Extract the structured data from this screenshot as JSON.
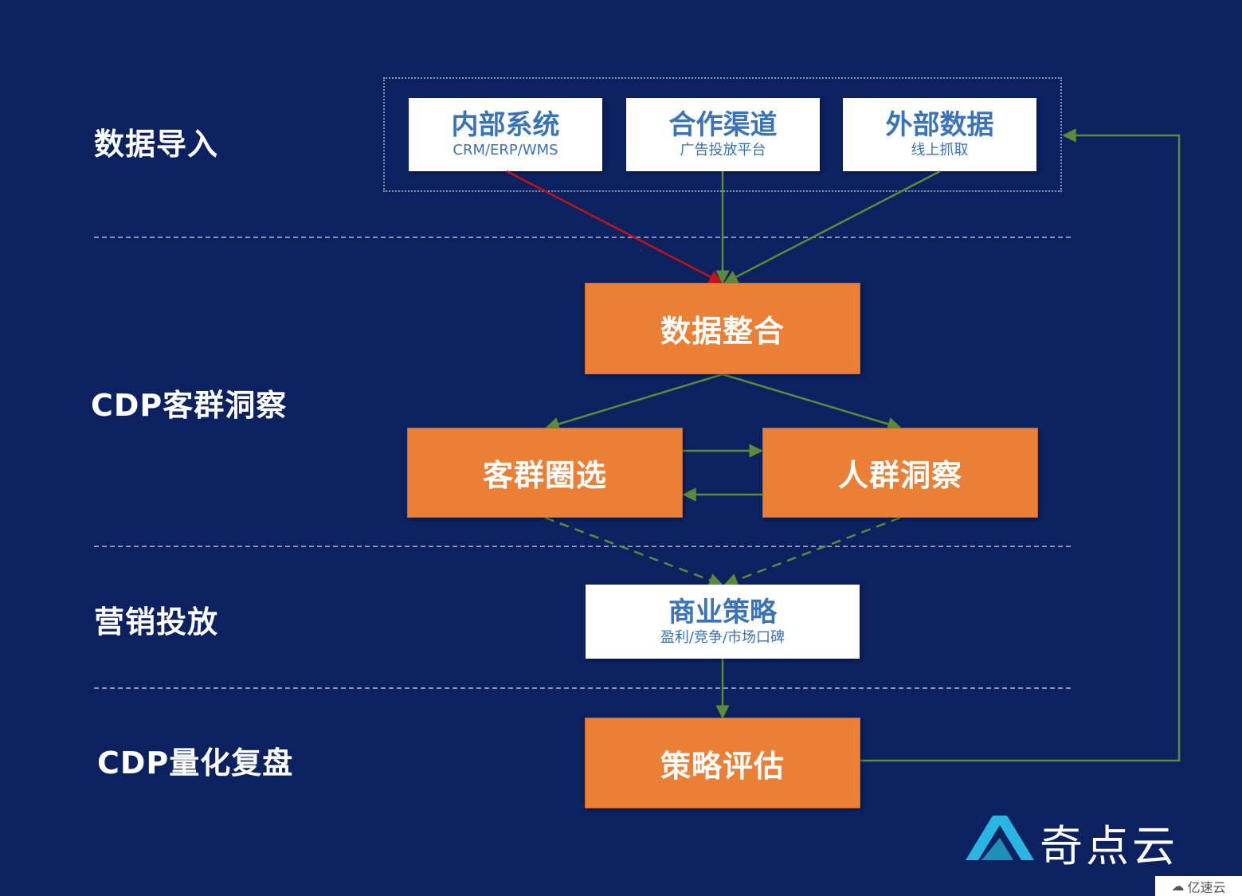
{
  "stages": {
    "import": "数据导入",
    "insight": "CDP客群洞察",
    "marketing": "营销投放",
    "review": "CDP量化复盘"
  },
  "sources": [
    {
      "title": "内部系统",
      "sub": "CRM/ERP/WMS"
    },
    {
      "title": "合作渠道",
      "sub": "广告投放平台"
    },
    {
      "title": "外部数据",
      "sub": "线上抓取"
    }
  ],
  "integrate": "数据整合",
  "selection": "客群圈选",
  "crowd_insight": "人群洞察",
  "strategy": {
    "title": "商业策略",
    "sub": "盈利/竞争/市场口碑"
  },
  "evaluation": "策略评估",
  "brand": {
    "name": "奇点云",
    "logo_color": "#29b6e3"
  },
  "watermark": "亿速云",
  "colors": {
    "background": "#0c2160",
    "orange": "#ea7f35",
    "arrow_green": "#5b8a3a",
    "arrow_red": "#c0131b",
    "white_text": "#3a73b8"
  }
}
